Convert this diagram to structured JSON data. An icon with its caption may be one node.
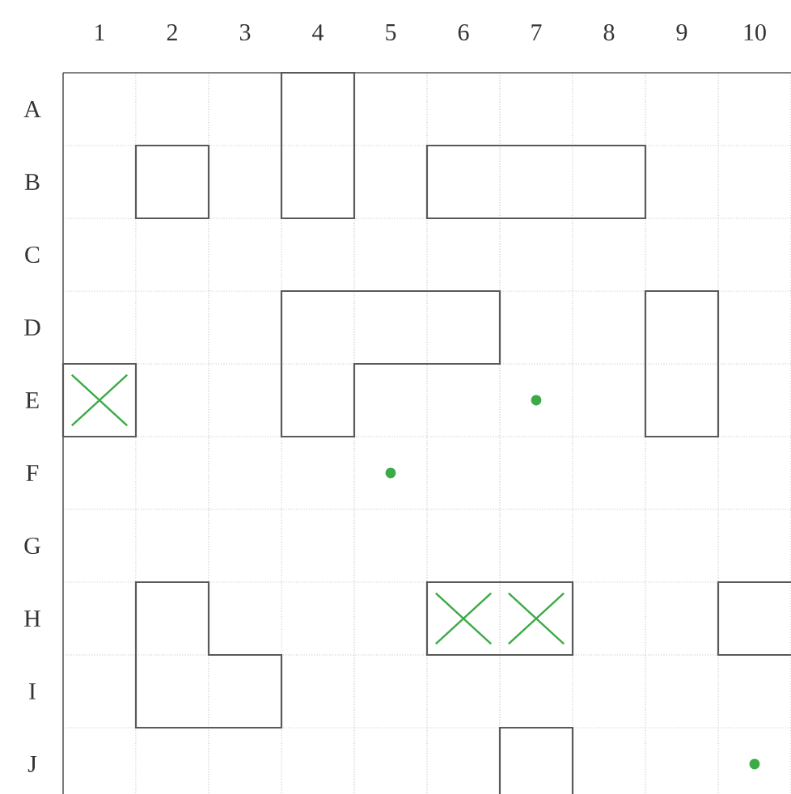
{
  "diagram": {
    "nodes": [
      {
        "text": [],
        "shape": "box"
      },
      {
        "text": [],
        "shape": "box"
      },
      {
        "text": [],
        "shape": "box"
      },
      {
        "text": [],
        "shape": "box"
      },
      {
        "text": [],
        "shape": "box"
      },
      {
        "text": [],
        "shape": "box"
      },
      {
        "text": [],
        "shape": "box"
      },
      {
        "text": [],
        "shape": "box"
      },
      {
        "text": [],
        "shape": "box"
      },
      {
        "text": [],
        "shape": "box"
      }
    ],
    "labels": [
      "1",
      "2",
      "3",
      "4",
      "5",
      "6",
      "7",
      "8",
      "9",
      "10",
      "A",
      "B",
      "C",
      "D",
      "E",
      "F",
      "G",
      "H",
      "I",
      "J"
    ]
  }
}
